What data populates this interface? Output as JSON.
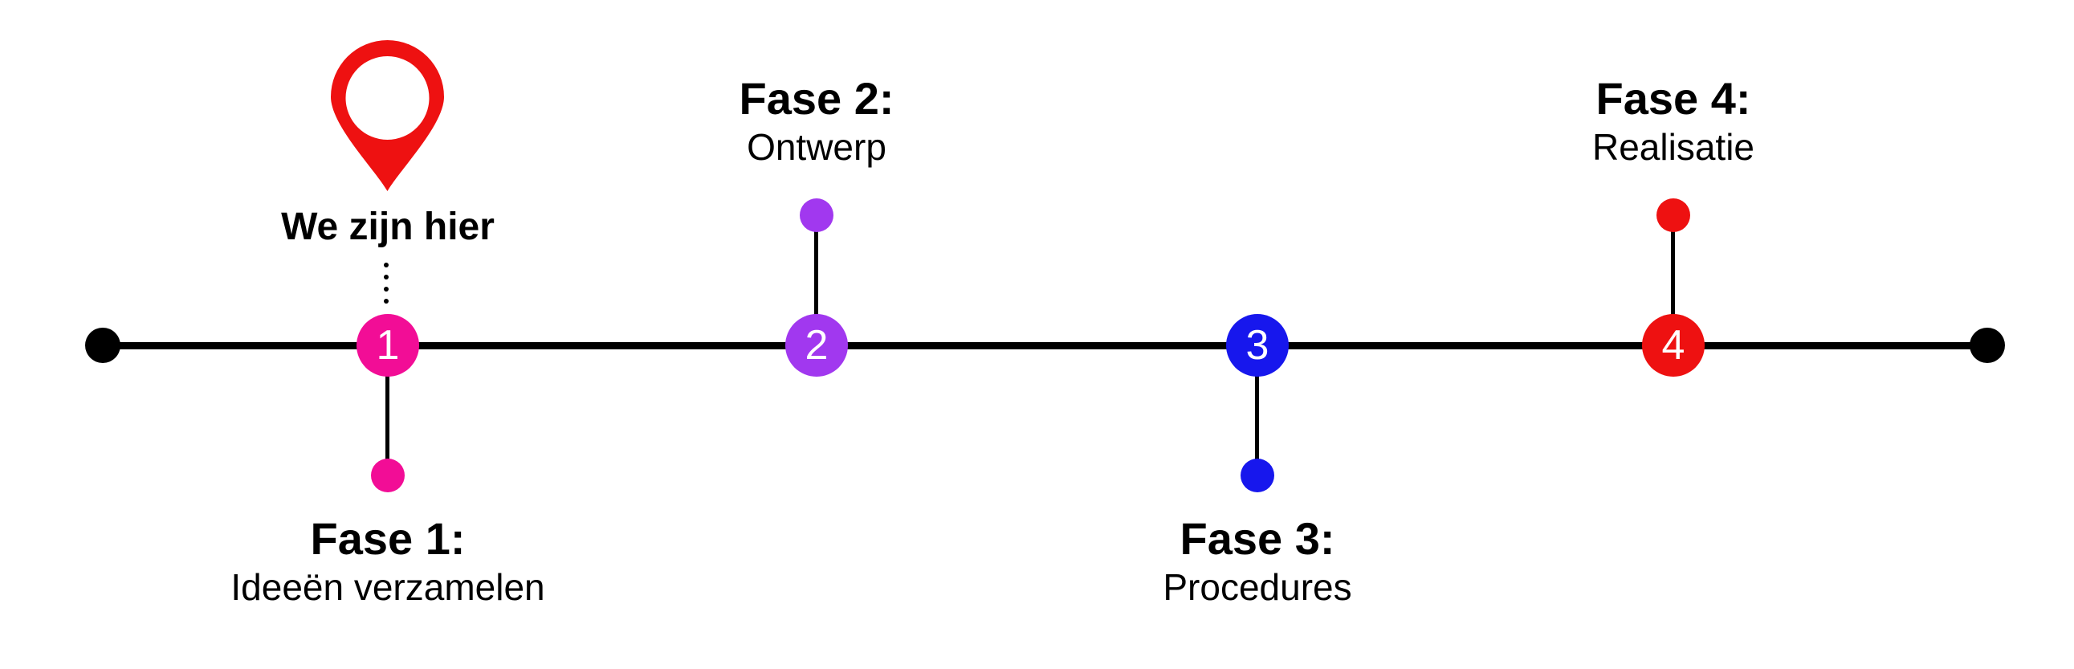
{
  "diagram": {
    "type": "timeline",
    "background_color": "#ffffff",
    "timeline_color": "#000000",
    "marker": {
      "label": "We zijn hier",
      "pin_icon_color": "#ee1111"
    },
    "phases": [
      {
        "number": "1",
        "title": "Fase 1:",
        "subtitle": "Ideeën verzamelen",
        "color": "#f20d96",
        "label_position": "below"
      },
      {
        "number": "2",
        "title": "Fase 2:",
        "subtitle": "Ontwerp",
        "color": "#a138ef",
        "label_position": "above"
      },
      {
        "number": "3",
        "title": "Fase 3:",
        "subtitle": "Procedures",
        "color": "#1717ed",
        "label_position": "below"
      },
      {
        "number": "4",
        "title": "Fase 4:",
        "subtitle": "Realisatie",
        "color": "#ee1111",
        "label_position": "above"
      }
    ]
  }
}
